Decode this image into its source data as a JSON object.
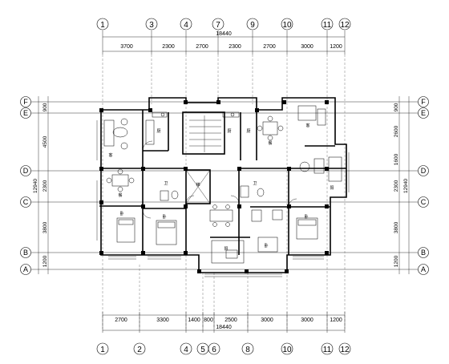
{
  "axes_top": [
    "1",
    "3",
    "4",
    "7",
    "9",
    "10",
    "11",
    "12"
  ],
  "axes_bottom": [
    "1",
    "2",
    "4",
    "5",
    "6",
    "8",
    "10",
    "11",
    "12"
  ],
  "axes_rows": [
    "F",
    "E",
    "D",
    "C",
    "B",
    "A"
  ],
  "top_dimensions": [
    "3700",
    "2300",
    "2700",
    "2300",
    "2700",
    "3000",
    "1200"
  ],
  "bottom_dimensions": [
    "2700",
    "3300",
    "1400",
    "800",
    "2500",
    "3000",
    "3000",
    "1200"
  ],
  "total_width_top": "18440",
  "total_width_bottom": "18440",
  "left_dimensions": [
    "900",
    "4500",
    "2300",
    "3800",
    "1200"
  ],
  "left_total": "12940",
  "right_dimensions": [
    "900",
    "2600",
    "1600",
    "2300",
    "3800",
    "1200"
  ],
  "right_total": "12940",
  "room_labels": [
    "厨",
    "厨",
    "厨",
    "卧",
    "卧",
    "卧",
    "卧",
    "卫",
    "卫",
    "餐",
    "餐",
    "客",
    "客",
    "阳",
    "阳",
    "梯"
  ]
}
